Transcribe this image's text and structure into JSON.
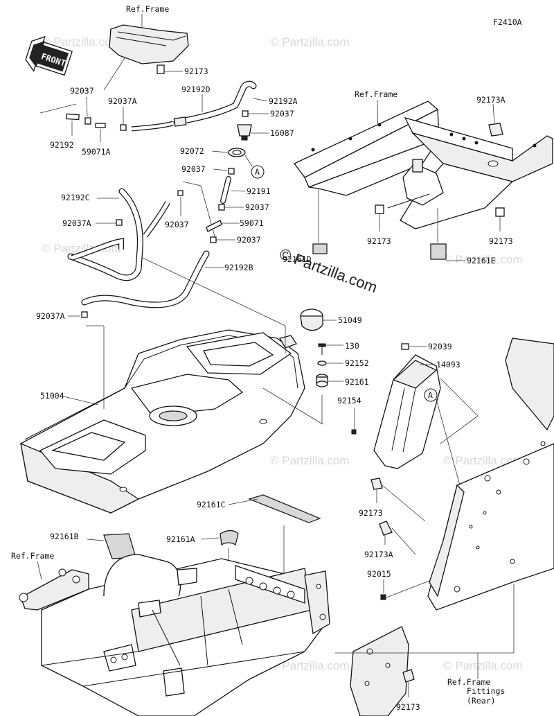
{
  "diagram": {
    "figure_code": "F2410A",
    "front_badge": "FRONT",
    "watermark": "© Partzilla.com",
    "ref_labels": {
      "ref_frame_top": "Ref.Frame",
      "ref_frame_right": "Ref.Frame",
      "ref_frame_left": "Ref.Frame",
      "ref_fittings_1": "Ref.Frame",
      "ref_fittings_2": "Fittings",
      "ref_fittings_3": "(Rear)"
    },
    "circle_refs": {
      "a1": "A",
      "a2": "A"
    },
    "part_labels": {
      "p92173_top": "92173",
      "p92037_a": "92037",
      "p92192D": "92192D",
      "p92192A": "92192A",
      "p92037A_a": "92037A",
      "p92037_b": "92037",
      "p92192": "92192",
      "p59071A": "59071A",
      "p16087": "16087",
      "p92072": "92072",
      "p92037_c": "92037",
      "p92191": "92191",
      "p92192C": "92192C",
      "p92037_d": "92037",
      "p92037A_b": "92037A",
      "p92037_e": "92037",
      "p59071": "59071",
      "p92037_f": "92037",
      "p92161D": "92161D",
      "p92192B": "92192B",
      "p92173A_r": "92173A",
      "p92173_r1": "92173",
      "p92173_r2": "92173",
      "p92161E": "92161E",
      "p92037A_c": "92037A",
      "p51049": "51049",
      "p130": "130",
      "p92152": "92152",
      "p92161": "92161",
      "p92039": "92039",
      "p14093": "14093",
      "p51004": "51004",
      "p92154": "92154",
      "p92173_m": "92173",
      "p92161C": "92161C",
      "p92161B": "92161B",
      "p92161A": "92161A",
      "p92173A_m": "92173A",
      "p92015": "92015",
      "p92173_b": "92173"
    }
  }
}
